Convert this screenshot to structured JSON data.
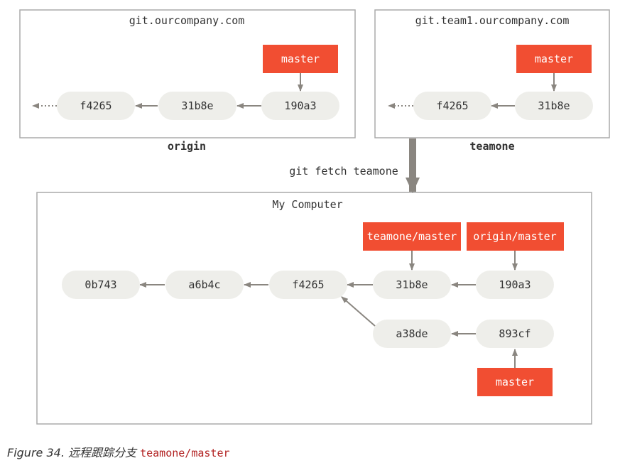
{
  "colors": {
    "commit_fill": "#eeeeea",
    "branch_fill": "#f14e32",
    "box_stroke": "#aaaaaa",
    "arrow": "#8a8680",
    "text": "#333333",
    "branch_text": "#ffffff"
  },
  "boxes": {
    "origin": {
      "url": "git.ourcompany.com",
      "label": "origin"
    },
    "teamone": {
      "url": "git.team1.ourcompany.com",
      "label": "teamone"
    },
    "local": {
      "title": "My Computer"
    }
  },
  "fetch_label": "git fetch teamone",
  "origin_commits": [
    "f4265",
    "31b8e",
    "190a3"
  ],
  "origin_branch": "master",
  "teamone_commits": [
    "f4265",
    "31b8e"
  ],
  "teamone_branch": "master",
  "local_commits": {
    "row1": [
      "0b743",
      "a6b4c",
      "f4265",
      "31b8e",
      "190a3"
    ],
    "row2": [
      "a38de",
      "893cf"
    ]
  },
  "local_branches": {
    "teamone_master": "teamone/master",
    "origin_master": "origin/master",
    "master": "master"
  },
  "caption": {
    "prefix": "Figure 34. 远程跟踪分支 ",
    "code": "teamone/master"
  }
}
